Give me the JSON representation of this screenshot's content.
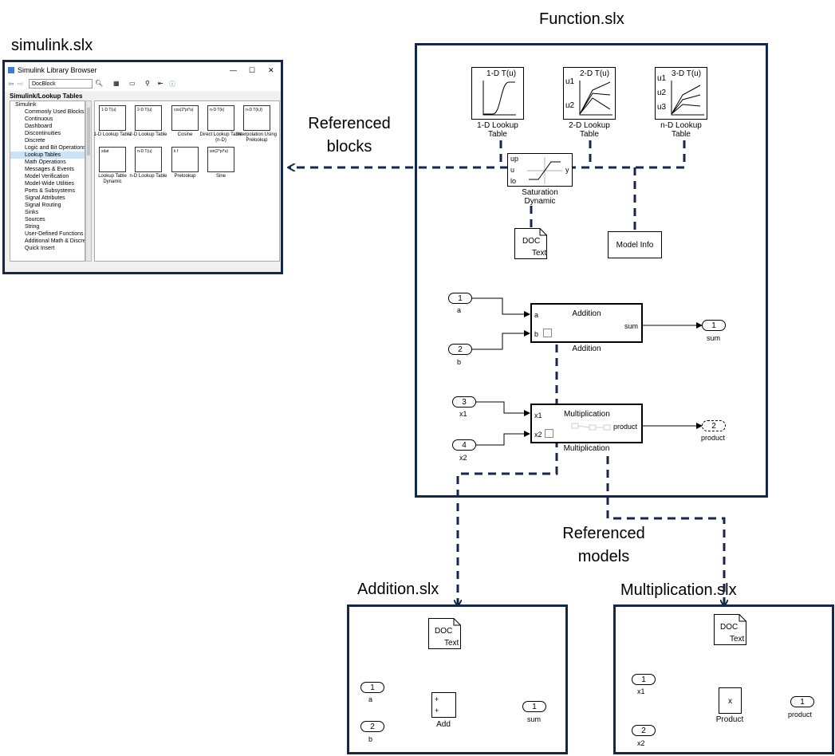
{
  "titles": {
    "simulink": "simulink.slx",
    "function": "Function.slx",
    "addition": "Addition.slx",
    "multiplication": "Multiplication.slx"
  },
  "callouts": {
    "referenced_blocks": [
      "Referenced",
      "blocks"
    ],
    "referenced_models": [
      "Referenced",
      "models"
    ]
  },
  "library_browser": {
    "window_title": "Simulink Library Browser",
    "search_value": "DocBlock",
    "breadcrumb": "Simulink/Lookup Tables",
    "window_controls": [
      "—",
      "☐",
      "✕"
    ],
    "tree": [
      "Simulink",
      "Commonly Used Blocks",
      "Continuous",
      "Dashboard",
      "Discontinuities",
      "Discrete",
      "Logic and Bit Operations",
      "Lookup Tables",
      "Math Operations",
      "Messages & Events",
      "Model Verification",
      "Model-Wide Utilities",
      "Ports & Subsystems",
      "Signal Attributes",
      "Signal Routing",
      "Sinks",
      "Sources",
      "String",
      "User-Defined Functions",
      "Additional Math & Discrete",
      "Quick Insert"
    ],
    "selected_tree_item": "Lookup Tables",
    "tiles": [
      {
        "icon": "1-D T(u)",
        "label": "1-D Lookup Table"
      },
      {
        "icon": "2-D T(u)",
        "label": "2-D Lookup Table"
      },
      {
        "icon": "cos(2*pi*u)",
        "label": "Cosine"
      },
      {
        "icon": "n-D T(k)",
        "label": "Direct Lookup Table (n-D)"
      },
      {
        "icon": "n-D T(k,f)",
        "label": "Interpolation Using Prelookup"
      },
      {
        "icon": "xdat",
        "label": "Lookup Table Dynamic"
      },
      {
        "icon": "n-D T(u)",
        "label": "n-D Lookup Table"
      },
      {
        "icon": "k f",
        "label": "Prelookup"
      },
      {
        "icon": "sin(2*pi*u)",
        "label": "Sine"
      }
    ]
  },
  "function_model": {
    "lookup_blocks": [
      {
        "icon": "1-D T(u)",
        "caption": [
          "1-D Lookup",
          "Table"
        ],
        "inputs": []
      },
      {
        "icon": "2-D T(u)",
        "caption": [
          "2-D Lookup",
          "Table"
        ],
        "inputs": [
          "u1",
          "u2"
        ]
      },
      {
        "icon": "3-D T(u)",
        "caption": [
          "n-D Lookup",
          "Table"
        ],
        "inputs": [
          "u1",
          "u2",
          "u3"
        ]
      }
    ],
    "saturation": {
      "ports": [
        "up",
        "u",
        "lo"
      ],
      "output": "y",
      "caption": [
        "Saturation",
        "Dynamic"
      ]
    },
    "doc_block": {
      "line1": "DOC",
      "line2": "Text"
    },
    "model_info": "Model Info",
    "addition": {
      "title": "Addition",
      "caption": "Addition",
      "inputs": [
        "a",
        "b"
      ],
      "output": "sum",
      "in_ports": [
        {
          "num": "1",
          "label": "a"
        },
        {
          "num": "2",
          "label": "b"
        }
      ],
      "out_port": {
        "num": "1",
        "label": "sum"
      }
    },
    "multiplication": {
      "title": "Multiplication",
      "caption": "Multiplication",
      "inputs": [
        "x1",
        "x2"
      ],
      "output": "product",
      "in_ports": [
        {
          "num": "3",
          "label": "x1"
        },
        {
          "num": "4",
          "label": "x2"
        }
      ],
      "out_port": {
        "num": "2",
        "label": "product"
      }
    }
  },
  "addition_model": {
    "doc": {
      "line1": "DOC",
      "line2": "Text"
    },
    "in_ports": [
      {
        "num": "1",
        "label": "a"
      },
      {
        "num": "2",
        "label": "b"
      }
    ],
    "block_signs": [
      "+",
      "+"
    ],
    "block_caption": "Add",
    "out_port": {
      "num": "1",
      "label": "sum"
    }
  },
  "multiplication_model": {
    "doc": {
      "line1": "DOC",
      "line2": "Text"
    },
    "in_ports": [
      {
        "num": "1",
        "label": "x1"
      },
      {
        "num": "2",
        "label": "x2"
      }
    ],
    "block_symbol": "x",
    "block_caption": "Product",
    "out_port": {
      "num": "1",
      "label": "product"
    }
  },
  "colors": {
    "frame": "#15284c",
    "dash": "#15284c",
    "selected": "#cce4f7"
  }
}
